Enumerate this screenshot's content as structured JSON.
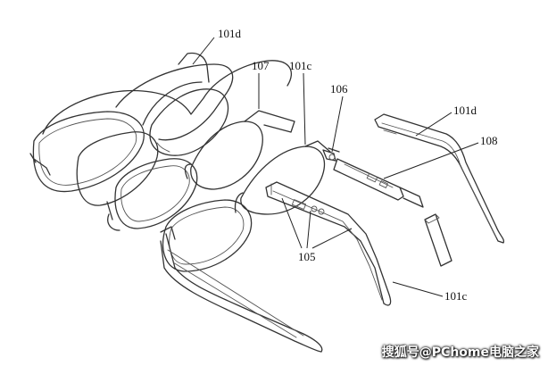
{
  "labels": {
    "top_frame": "101d",
    "middle_frame": "107",
    "main_frame": "101c",
    "hinge_part": "106",
    "temple_right": "101d",
    "circuit_module": "108",
    "lower_temple": "101c",
    "sensors": "105"
  },
  "watermark": "搜狐号@PChome电脑之家"
}
